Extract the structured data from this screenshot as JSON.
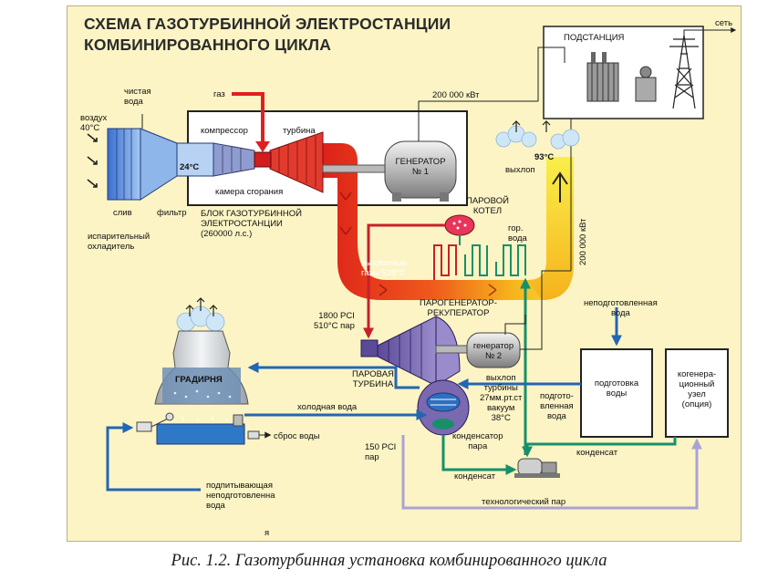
{
  "title": {
    "line1": "СХЕМА ГАЗОТУРБИННОЙ ЭЛЕКТРОСТАНЦИИ",
    "line2": "КОМБИНИРОВАННОГО ЦИКЛА"
  },
  "labels": {
    "clean_water": "чистая\nвода",
    "gas": "газ",
    "air": "воздух\n40°С",
    "compressor": "компрессор",
    "turbine": "турбина",
    "temp_24": "24°С",
    "combustion_chamber": "камера сгорания",
    "drain": "слив",
    "filter": "фильтр",
    "evap_cooler": "испарительный\nохладитель",
    "gt_block": "БЛОК ГАЗОТУРБИННОЙ\nЭЛЕКТРОСТАНЦИИ\n(260000 л.с.)",
    "generator1": "ГЕНЕРАТОР\n№ 1",
    "power_200k_top": "200 000 кВт",
    "substation": "ПОДСТАНЦИЯ",
    "grid": "сеть",
    "exhaust_93": "93°С",
    "exhaust_out": "выхлоп",
    "steam_boiler": "ПАРОВОЙ\nКОТЕЛ",
    "hot_water": "гор.\nвода",
    "power_200k_vert": "200 000 кВт",
    "exhaust_gases": "выхлопные\nгазы 538°С",
    "hrsg": "ПАРОГЕНЕРАТОР-\nРЕКУПЕРАТОР",
    "untreated_water": "неподготовленная\nвода",
    "steam_1800": "1800 PCI\n510°С пар",
    "generator2": "генератор\n№ 2",
    "steam_turbine": "ПАРОВАЯ\nТУРБИНА",
    "cooling_tower": "ГРАДИРНЯ",
    "turbine_exhaust": "выхлоп\nтурбины\n27мм.рт.ст\nвакуум\n38°С",
    "treated_water": "подгото-\nвленная\nвода",
    "water_treatment": "подготовка\nводы",
    "cogeneration": "когенера-\nционный\nузел\n(опция)",
    "cold_water": "холодная вода",
    "water_discharge": "сброс воды",
    "steam_150": "150 PCI\nпар",
    "condenser_steam": "конденсатор\nпара",
    "condensate": "конденсат",
    "condensate2": "конденсат",
    "makeup_water": "подпитывающая\nнеподготовленна\nвода",
    "process_steam": "технологический пар",
    "bottom_letter": "я"
  },
  "colors": {
    "background": "#fcf4c4",
    "hot_gas": "#e5281c",
    "exhaust_warm": "#f5b21a",
    "exhaust_cool": "#f7ec38",
    "steam": "#c8202a",
    "feedwater": "#17906a",
    "cold_water": "#2366b4",
    "process_steam": "#aaa2d6",
    "turbine_body": "#7a68b0"
  },
  "caption": "Рис. 1.2. Газотурбинная установка комбинированного цикла"
}
